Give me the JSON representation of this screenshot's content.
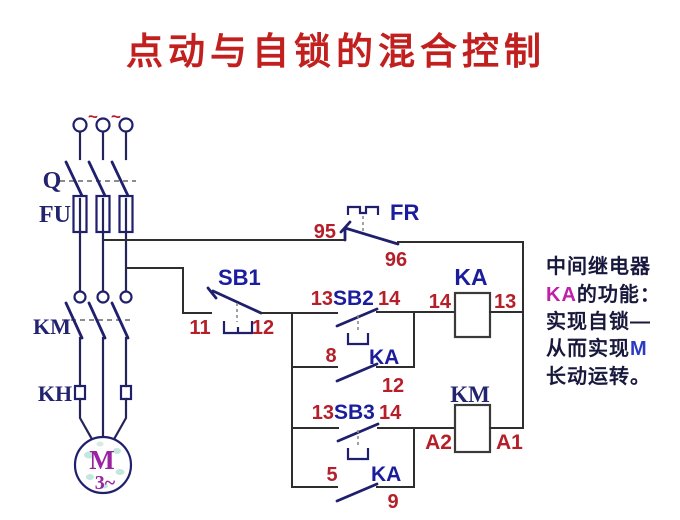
{
  "title": "点动与自锁的混合控制",
  "colors": {
    "title_red": "#c21f1f",
    "number_red": "#b41f2a",
    "label_blue": "#1b1d9c",
    "label_navy": "#232370",
    "wire_dark": "#2e2e2e",
    "blade_navy": "#1f1f6e",
    "note_dark": "#18183c",
    "ka_magenta": "#c01fa8",
    "m_blue": "#2b3bc4",
    "motor_purple": "#9a23a0"
  },
  "power": {
    "ac_tilde": "~",
    "q_label": "Q",
    "fu_label": "FU",
    "km_label": "KM",
    "kh_label": "KH",
    "motor": {
      "m": "M",
      "phase": "3~"
    }
  },
  "control": {
    "fr": {
      "label": "FR",
      "t95": "95",
      "t96": "96"
    },
    "sb1": {
      "label": "SB1",
      "t11": "11",
      "t12": "12"
    },
    "sb2": {
      "label": "SB2",
      "t13": "13",
      "t14": "14"
    },
    "ka_aux1": {
      "label": "KA",
      "t8": "8",
      "t12": "12"
    },
    "sb3": {
      "label": "SB3",
      "t13": "13",
      "t14": "14"
    },
    "ka_aux2": {
      "label": "KA",
      "t5": "5",
      "t9": "9"
    },
    "ka_coil": {
      "label": "KA",
      "t14": "14",
      "t13": "13"
    },
    "km_coil": {
      "label": "KM",
      "a2": "A2",
      "a1": "A1"
    }
  },
  "note": {
    "line1": "中间继电器",
    "line2_ka": "KA",
    "line2_rest": "的功能：",
    "line3": "实现自锁—",
    "line4_pre": "从而实现",
    "line4_m": "M",
    "line5": "长动运转。"
  }
}
